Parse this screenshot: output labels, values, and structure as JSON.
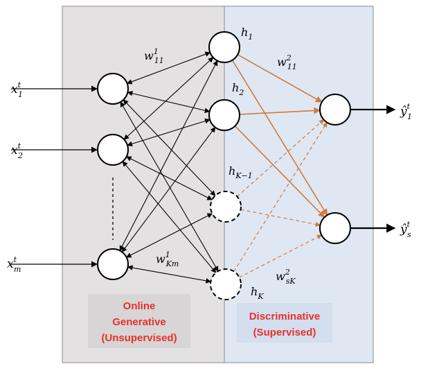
{
  "colors": {
    "generative_panel": "#e3e1e1",
    "discriminative_panel": "#dfe7f3",
    "label_box": "#d7d5d5",
    "label_box_right": "#d3deee",
    "label_text": "#e8312a",
    "generative_edge": "#000000",
    "discriminative_edge": "#d07a3a"
  },
  "panels": {
    "generative": {
      "label_lines": [
        "Online",
        "Generative",
        "(Unsupervised)"
      ]
    },
    "discriminative": {
      "label_lines": [
        "Discriminative",
        "(Supervised)"
      ]
    }
  },
  "inputs": [
    {
      "base": "x",
      "sup": "t",
      "sub": "1"
    },
    {
      "base": "x",
      "sup": "t",
      "sub": "2"
    },
    {
      "base": "x",
      "sup": "t",
      "sub": "m"
    }
  ],
  "hidden": [
    {
      "base": "h",
      "sub": "1",
      "dashed": false
    },
    {
      "base": "h",
      "sub": "2",
      "dashed": false
    },
    {
      "base": "h",
      "sub": "K−1",
      "dashed": true
    },
    {
      "base": "h",
      "sub": "K",
      "dashed": true
    }
  ],
  "outputs": [
    {
      "base": "ŷ",
      "sup": "t",
      "sub": "1"
    },
    {
      "base": "ŷ",
      "sup": "t",
      "sub": "s"
    }
  ],
  "weights": [
    {
      "base": "w",
      "sup": "1",
      "sub": "11"
    },
    {
      "base": "w",
      "sup": "1",
      "sub": "Km"
    },
    {
      "base": "w",
      "sup": "2",
      "sub": "11"
    },
    {
      "base": "w",
      "sup": "2",
      "sub": "sK"
    }
  ]
}
